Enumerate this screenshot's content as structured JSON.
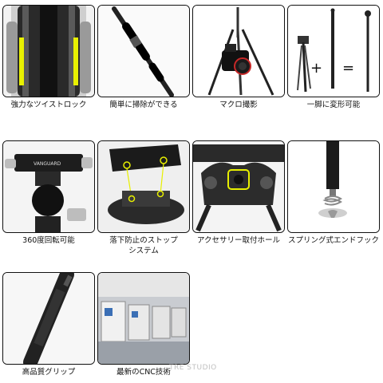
{
  "panels": [
    {
      "caption": "強力なツイストロック",
      "icon": "twist-lock"
    },
    {
      "caption": "簡単に掃除ができる",
      "icon": "leg-section"
    },
    {
      "caption": "マクロ撮影",
      "icon": "tripod-with-camera"
    },
    {
      "caption": "一脚に変形可能",
      "icon": "monopod-conversion"
    },
    {
      "caption": "360度回転可能",
      "icon": "ball-head"
    },
    {
      "caption": "落下防止のストップ",
      "caption2": "システム",
      "icon": "quick-release-plate"
    },
    {
      "caption": "アクセサリー取付ホール",
      "icon": "accessory-hole"
    },
    {
      "caption": "スプリング式エンドフック",
      "icon": "spring-hook"
    },
    {
      "caption": "高品質グリップ",
      "icon": "grip"
    },
    {
      "caption": "最新のCNC技術",
      "icon": "cnc-factory"
    }
  ],
  "symbols": {
    "plus": "+",
    "equals": "="
  },
  "brand": "VANGUARD",
  "watermark": "TRE STUDIO",
  "colors": {
    "accent": "#e8f000",
    "border": "#111111"
  }
}
